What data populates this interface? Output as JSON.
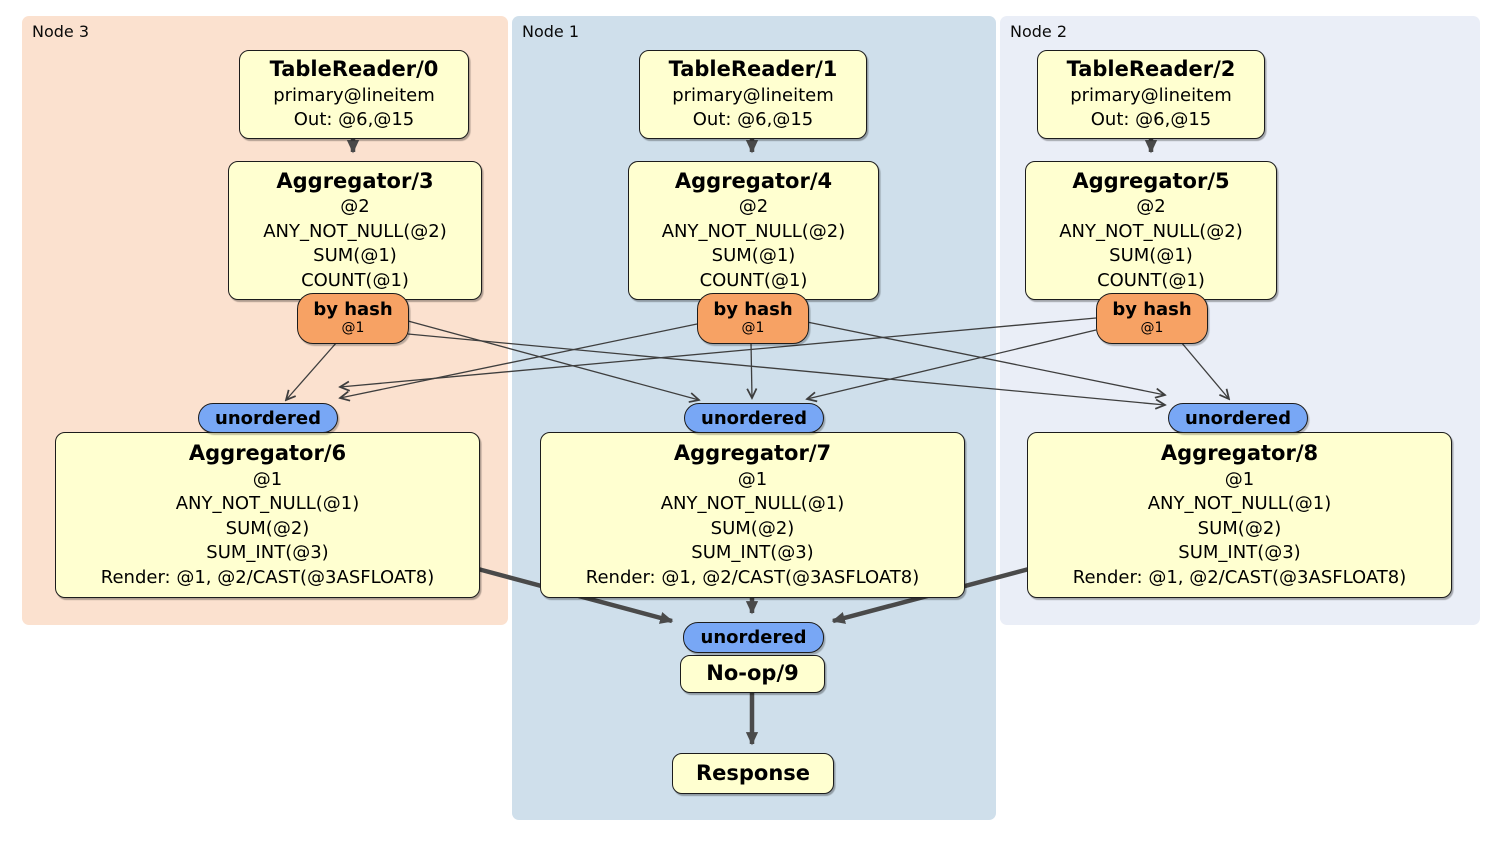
{
  "diagram_type": "distsql-query-plan",
  "regions": [
    {
      "label": "Node 3",
      "color": "#fbe1cf"
    },
    {
      "label": "Node 1",
      "color": "#cfdfeb"
    },
    {
      "label": "Node 2",
      "color": "#eaeef7"
    }
  ],
  "boxes": {
    "table_reader_0": {
      "title": "TableReader/0",
      "rows": [
        "primary@lineitem",
        "Out: @6,@15"
      ]
    },
    "table_reader_1": {
      "title": "TableReader/1",
      "rows": [
        "primary@lineitem",
        "Out: @6,@15"
      ]
    },
    "table_reader_2": {
      "title": "TableReader/2",
      "rows": [
        "primary@lineitem",
        "Out: @6,@15"
      ]
    },
    "aggregator_3": {
      "title": "Aggregator/3",
      "rows": [
        "@2",
        "ANY_NOT_NULL(@2)",
        "SUM(@1)",
        "COUNT(@1)"
      ]
    },
    "aggregator_4": {
      "title": "Aggregator/4",
      "rows": [
        "@2",
        "ANY_NOT_NULL(@2)",
        "SUM(@1)",
        "COUNT(@1)"
      ]
    },
    "aggregator_5": {
      "title": "Aggregator/5",
      "rows": [
        "@2",
        "ANY_NOT_NULL(@2)",
        "SUM(@1)",
        "COUNT(@1)"
      ]
    },
    "aggregator_6": {
      "title": "Aggregator/6",
      "rows": [
        "@1",
        "ANY_NOT_NULL(@1)",
        "SUM(@2)",
        "SUM_INT(@3)",
        "Render: @1, @2/CAST(@3ASFLOAT8)"
      ]
    },
    "aggregator_7": {
      "title": "Aggregator/7",
      "rows": [
        "@1",
        "ANY_NOT_NULL(@1)",
        "SUM(@2)",
        "SUM_INT(@3)",
        "Render: @1, @2/CAST(@3ASFLOAT8)"
      ]
    },
    "aggregator_8": {
      "title": "Aggregator/8",
      "rows": [
        "@1",
        "ANY_NOT_NULL(@1)",
        "SUM(@2)",
        "SUM_INT(@3)",
        "Render: @1, @2/CAST(@3ASFLOAT8)"
      ]
    },
    "noop_9": {
      "title": "No-op/9"
    },
    "response": {
      "title": "Response"
    }
  },
  "router": {
    "label": "by hash",
    "detail": "@1"
  },
  "sync": {
    "label": "unordered"
  },
  "edges": [
    {
      "from": "TableReader/0",
      "to": "Aggregator/3",
      "style": "thick"
    },
    {
      "from": "TableReader/1",
      "to": "Aggregator/4",
      "style": "thick"
    },
    {
      "from": "TableReader/2",
      "to": "Aggregator/5",
      "style": "thick"
    },
    {
      "from": "by hash @1 (node 3)",
      "to": "unordered (Aggregator/6)",
      "style": "thin"
    },
    {
      "from": "by hash @1 (node 3)",
      "to": "unordered (Aggregator/7)",
      "style": "thin"
    },
    {
      "from": "by hash @1 (node 3)",
      "to": "unordered (Aggregator/8)",
      "style": "thin"
    },
    {
      "from": "by hash @1 (node 1)",
      "to": "unordered (Aggregator/6)",
      "style": "thin"
    },
    {
      "from": "by hash @1 (node 1)",
      "to": "unordered (Aggregator/7)",
      "style": "thin"
    },
    {
      "from": "by hash @1 (node 1)",
      "to": "unordered (Aggregator/8)",
      "style": "thin"
    },
    {
      "from": "by hash @1 (node 2)",
      "to": "unordered (Aggregator/6)",
      "style": "thin"
    },
    {
      "from": "by hash @1 (node 2)",
      "to": "unordered (Aggregator/7)",
      "style": "thin"
    },
    {
      "from": "by hash @1 (node 2)",
      "to": "unordered (Aggregator/8)",
      "style": "thin"
    },
    {
      "from": "Aggregator/6",
      "to": "unordered (No-op/9)",
      "style": "thick"
    },
    {
      "from": "Aggregator/7",
      "to": "unordered (No-op/9)",
      "style": "thick"
    },
    {
      "from": "Aggregator/8",
      "to": "unordered (No-op/9)",
      "style": "thick"
    },
    {
      "from": "No-op/9",
      "to": "Response",
      "style": "thick"
    }
  ],
  "colors": {
    "node3_bg": "#fbe1cf",
    "node1_bg": "#cfdfeb",
    "node2_bg": "#eaeef7",
    "processor_fill": "#ffffd0",
    "router_fill": "#f7a264",
    "sync_fill": "#78a7f5",
    "edge": "#3e3e3e"
  }
}
